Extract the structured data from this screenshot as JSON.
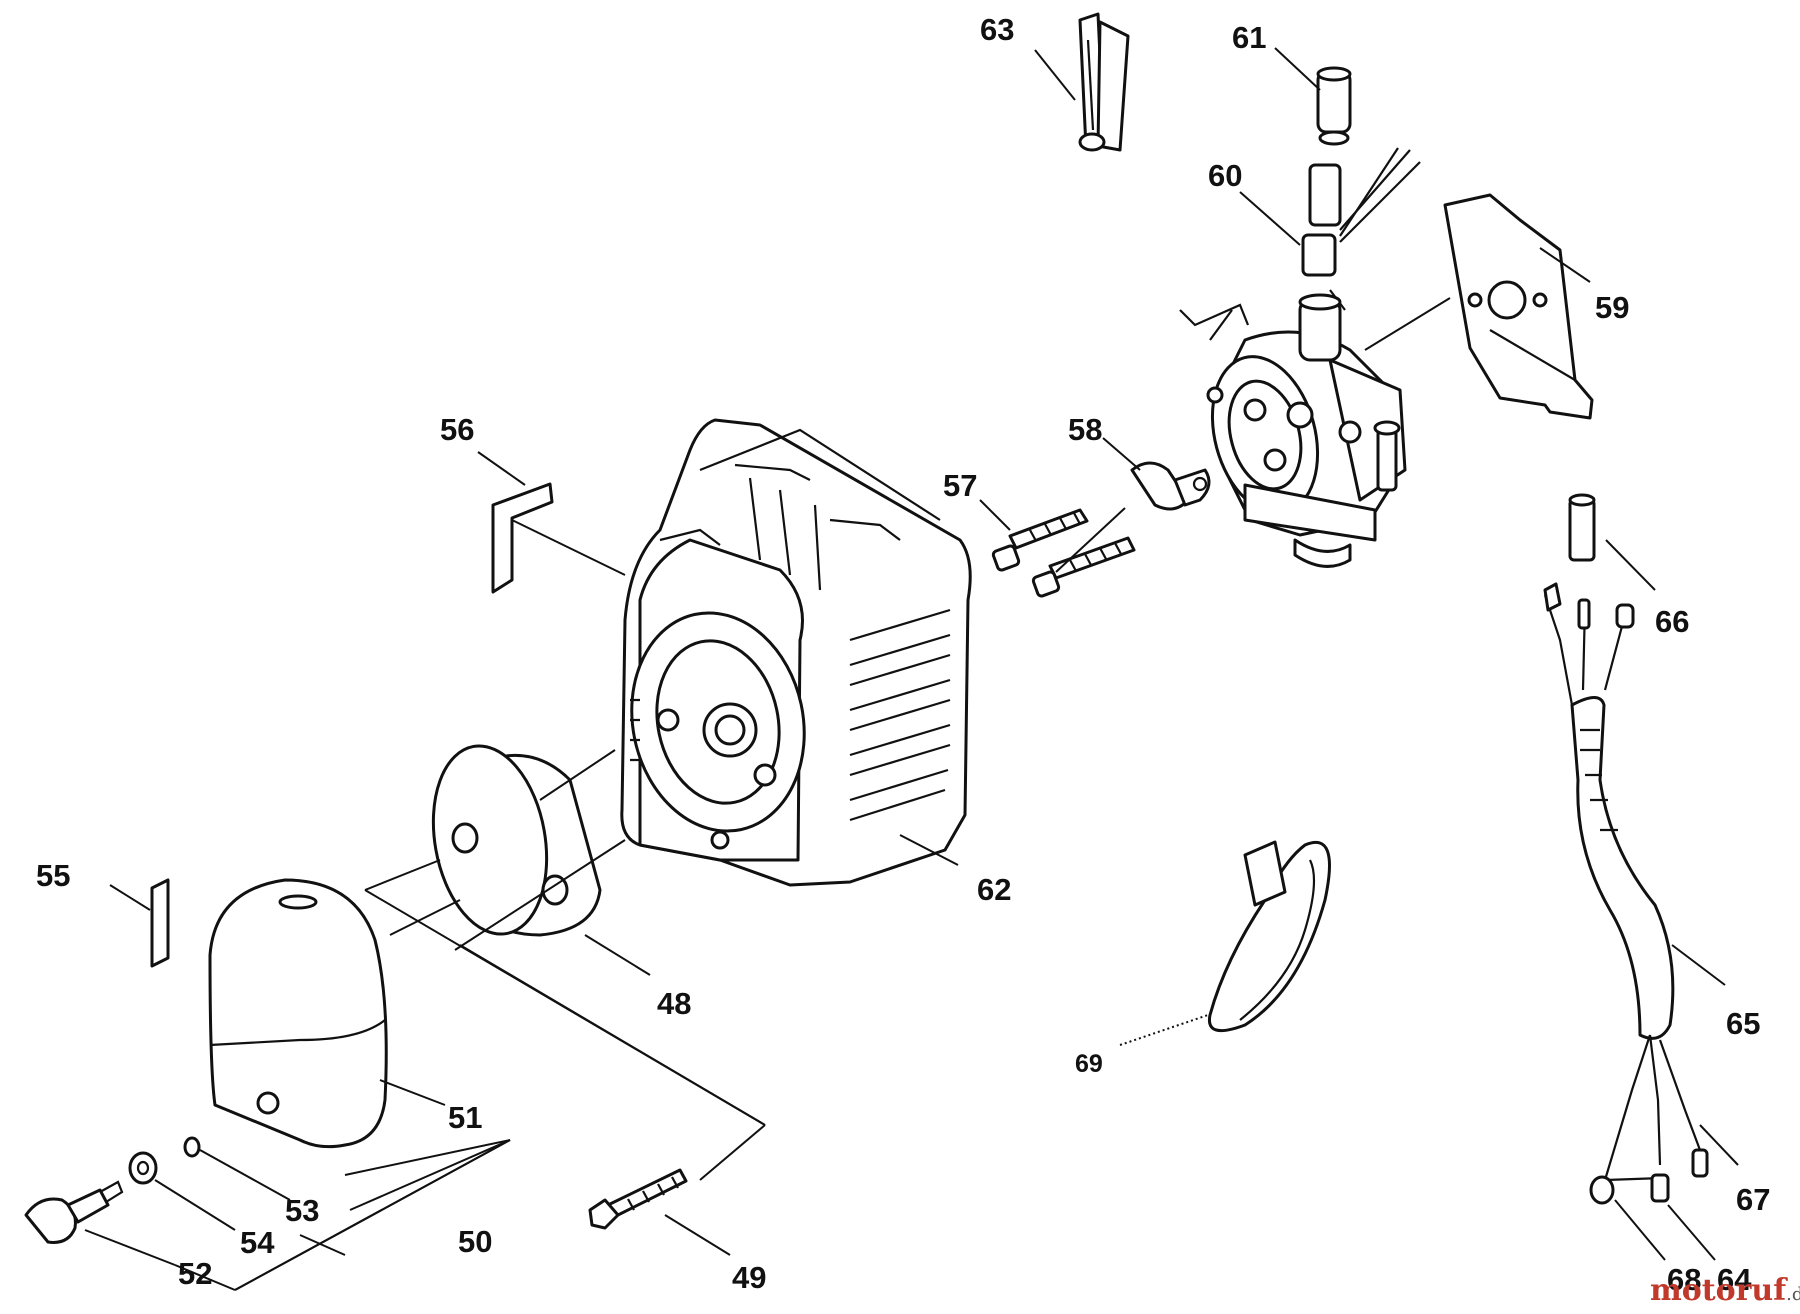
{
  "labels": {
    "p48": "48",
    "p49": "49",
    "p50": "50",
    "p51": "51",
    "p52": "52",
    "p53": "53",
    "p54": "54",
    "p55": "55",
    "p56": "56",
    "p57": "57",
    "p58": "58",
    "p59": "59",
    "p60": "60",
    "p61": "61",
    "p62": "62",
    "p63": "63",
    "p64": "64",
    "p65": "65",
    "p66": "66",
    "p67": "67",
    "p68": "68",
    "p69": "69"
  },
  "watermark": {
    "part1": "motoruf",
    "part2": "",
    "suffix": ".de"
  }
}
